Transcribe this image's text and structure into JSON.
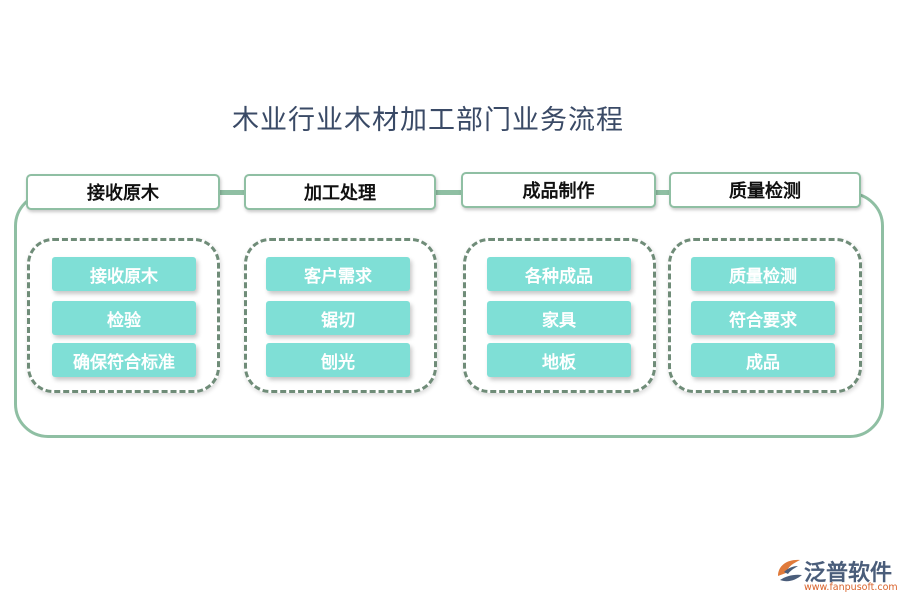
{
  "title": "木业行业木材加工部门业务流程",
  "columns": [
    {
      "header": "接收原木",
      "items": [
        "接收原木",
        "检验",
        "确保符合标准"
      ]
    },
    {
      "header": "加工处理",
      "items": [
        "客户需求",
        "锯切",
        "刨光"
      ]
    },
    {
      "header": "成品制作",
      "items": [
        "各种成品",
        "家具",
        "地板"
      ]
    },
    {
      "header": "质量检测",
      "items": [
        "质量检测",
        "符合要求",
        "成品"
      ]
    }
  ],
  "logo": {
    "name": "泛普软件",
    "url": "www.fanpusoft.com"
  },
  "colors": {
    "border": "#8fbfa3",
    "item_fill": "#7fdfd6",
    "dashed": "#6f8c78",
    "title": "#3a4a66"
  }
}
